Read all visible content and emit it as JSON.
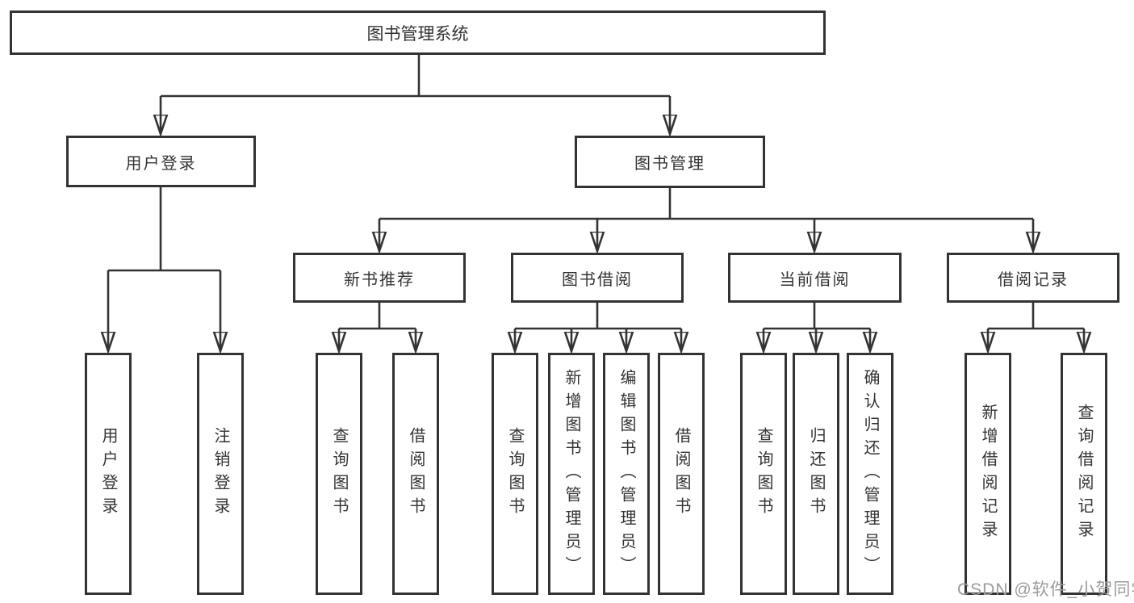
{
  "diagram": {
    "tree": {
      "root": {
        "label": "图书管理系统"
      },
      "branches": [
        {
          "label": "用户登录",
          "children": [
            {
              "label": "用户登录"
            },
            {
              "label": "注销登录"
            }
          ]
        },
        {
          "label": "图书管理",
          "children": [
            {
              "label": "新书推荐",
              "children": [
                {
                  "label": "查询图书"
                },
                {
                  "label": "借阅图书"
                }
              ]
            },
            {
              "label": "图书借阅",
              "children": [
                {
                  "label": "查询图书"
                },
                {
                  "label": "新增图书（管理员）"
                },
                {
                  "label": "编辑图书（管理员）"
                },
                {
                  "label": "借阅图书"
                }
              ]
            },
            {
              "label": "当前借阅",
              "children": [
                {
                  "label": "查询图书"
                },
                {
                  "label": "归还图书"
                },
                {
                  "label": "确认归还（管理员）"
                }
              ]
            },
            {
              "label": "借阅记录",
              "children": [
                {
                  "label": "新增借阅记录"
                },
                {
                  "label": "查询借阅记录"
                }
              ]
            }
          ]
        }
      ]
    },
    "watermark": "CSDN @软件_小贺同学",
    "colors": {
      "line": "#333333",
      "box_border": "#333333",
      "text": "#333333",
      "background": "#ffffff",
      "watermark": "#9b9b9b"
    }
  }
}
